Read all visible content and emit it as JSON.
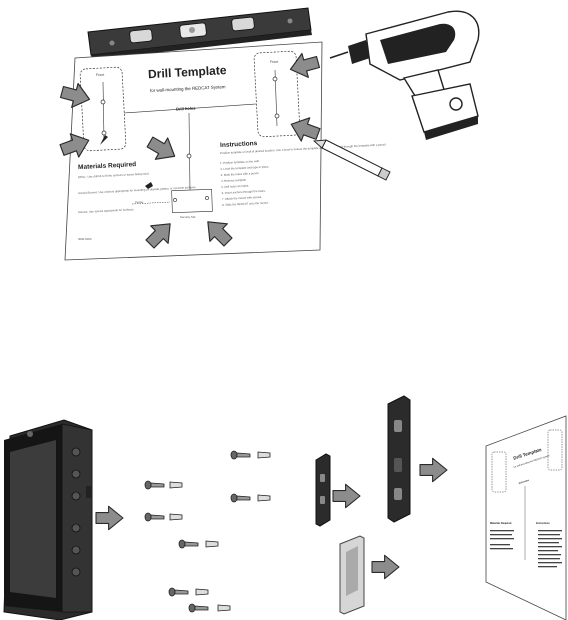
{
  "template": {
    "title": "Drill Template",
    "subtitle": "for wall-mounting the REDCAT System",
    "drill_holes_label": "Drill holes",
    "left_label": "Front",
    "right_label": "Front",
    "materials_heading": "Materials Required",
    "materials_text_1": "DRILL: Use drill bit to fit the anchors or screw being used.",
    "materials_text_2": "Anchor/Screws: Use anchors appropriate for mounting on drywall, plaster, or concrete surfaces.",
    "materials_text_3": "Screws: Use screws appropriate for surfaces.",
    "center_label": "Center",
    "security_label": "Security Tab",
    "instructions_heading": "Instructions",
    "instructions_text": "Position template on wall at desired location. Use a level to ensure the template is level. Mark holes through the template with a pencil.",
    "steps": [
      "1. Position template on the wall.",
      "2. Level the template and tape in place.",
      "3. Mark the holes with a pencil.",
      "4. Remove template.",
      "5. Drill holes at marks.",
      "6. Insert anchors through the holes.",
      "7. Attach the mount with screws.",
      "8. Slide the REDCAT onto the mount."
    ],
    "footer": "3000-0000"
  },
  "small_template": {
    "title": "Drill Template",
    "subtitle": "for wall-mounting the REDCAT System",
    "drill_holes_label": "Drill holes",
    "materials_heading": "Materials Required",
    "instructions_heading": "Instructions"
  },
  "colors": {
    "arrow_fill": "#8c8c8c",
    "arrow_stroke": "#2a2a2a",
    "device_body": "#2b2b2b",
    "device_screen": "#3c3c3c",
    "level_body": "#3a3a3a",
    "drill_body": "#ffffff",
    "drill_accent": "#222222"
  }
}
